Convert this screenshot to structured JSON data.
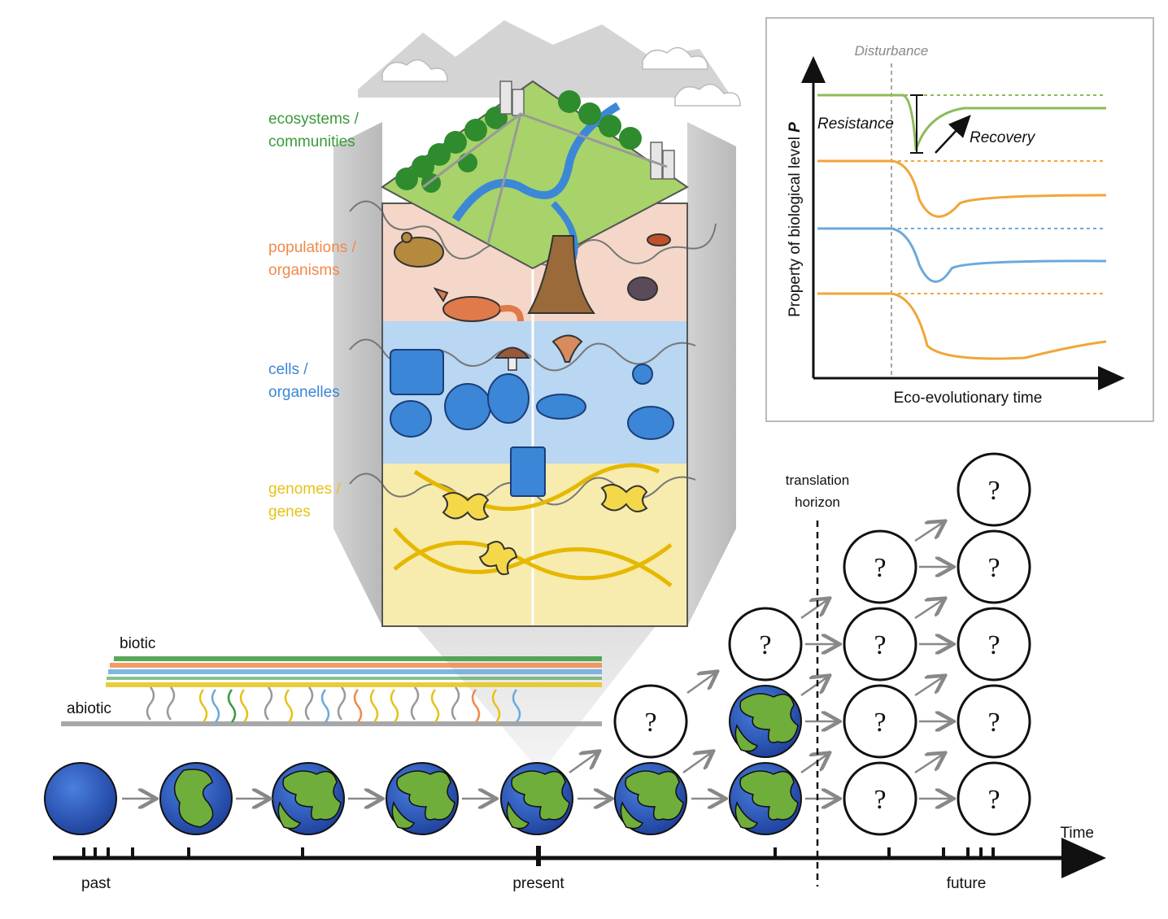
{
  "levels": {
    "ecosystems": {
      "line1": "ecosystems /",
      "line2": "communities",
      "color": "#3a9a3a"
    },
    "populations": {
      "line1": "populations /",
      "line2": "organisms",
      "color": "#f08a4b"
    },
    "cells": {
      "line1": "cells /",
      "line2": "organelles",
      "color": "#3b86d6"
    },
    "genomes": {
      "line1": "genomes /",
      "line2": "genes",
      "color": "#e6c21a"
    }
  },
  "inset": {
    "disturbance": "Disturbance",
    "resistance": "Resistance",
    "recovery": "Recovery",
    "ylabel_prefix": "Property of biological level",
    "ylabel_var": "P",
    "xlabel": "Eco-evolutionary time",
    "colors": {
      "green": "#8dbb5a",
      "orange": "#f0a638",
      "blue": "#6aa9dc"
    }
  },
  "timeline": {
    "biotic": "biotic",
    "abiotic": "abiotic",
    "time": "Time",
    "past": "past",
    "present": "present",
    "future": "future",
    "horizon_line1": "translation",
    "horizon_line2": "horizon",
    "unknown": "?"
  }
}
